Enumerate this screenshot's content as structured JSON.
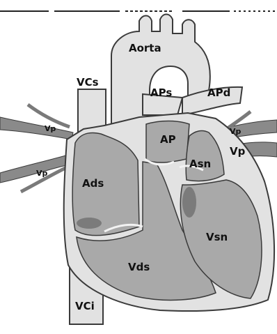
{
  "labels": {
    "aorta": "Aorta",
    "vcs": "VCs",
    "aps": "APs",
    "apd": "APd",
    "ap": "AP",
    "ads": "Ads",
    "asn": "Asn",
    "vsn": "Vsn",
    "vds": "Vds",
    "vci": "VCi",
    "vp_left_upper": "Vp",
    "vp_left_lower": "Vp",
    "vp_right_upper": "Vp",
    "vp_right_lower": "Vp"
  },
  "colors": {
    "background": "#ffffff",
    "tissue": "#e2e2e2",
    "chamber": "#a9a9a9",
    "shadow": "#6f6f6f",
    "vessel": "#8a8a8a",
    "outline": "#3a3a3a",
    "label": "#111111"
  }
}
